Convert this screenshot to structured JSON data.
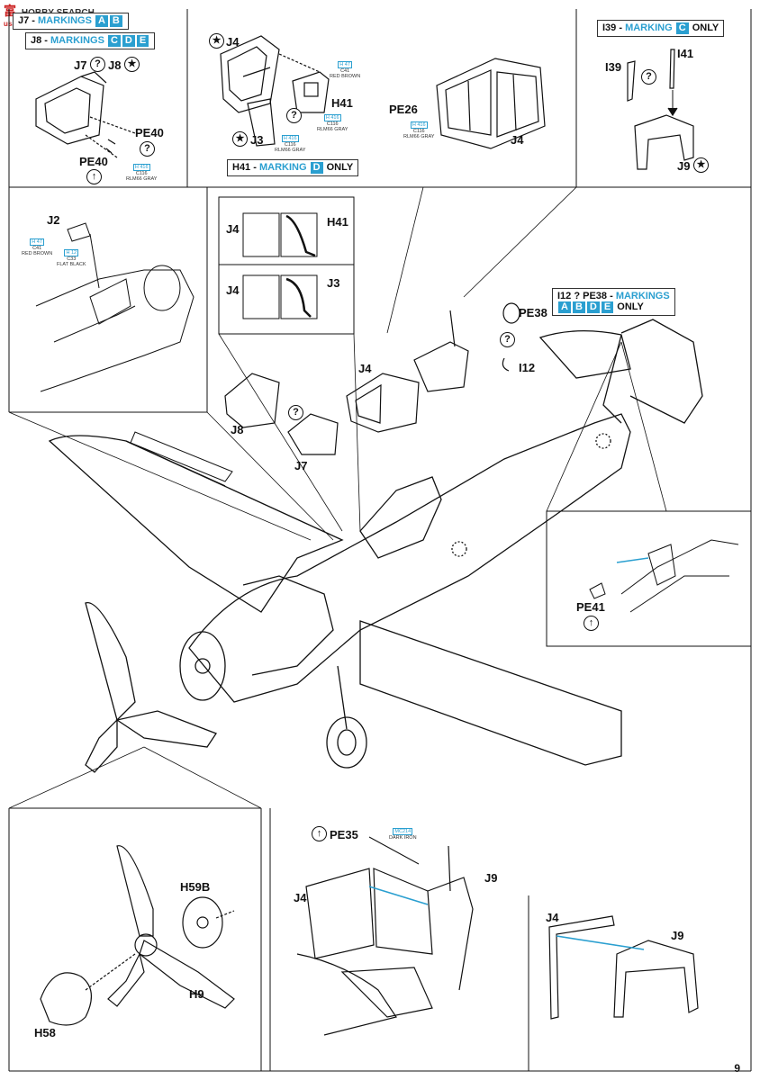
{
  "logo": {
    "main": "富",
    "sub": "HOBBY SEARCH",
    "url": "usa-hobby.com"
  },
  "markings": {
    "j7": {
      "prefix": "J7 - ",
      "word": "MARKINGS",
      "letters": [
        "A",
        "B"
      ]
    },
    "j8": {
      "prefix": "J8 - ",
      "word": "MARKINGS",
      "letters": [
        "C",
        "D",
        "E"
      ]
    },
    "h41": {
      "prefix": "H41 - ",
      "word": "MARKING",
      "letters": [
        "D"
      ],
      "suffix": "ONLY"
    },
    "i39": {
      "prefix": "I39 - ",
      "word": "MARKING",
      "letters": [
        "C"
      ],
      "suffix": "ONLY"
    },
    "i12": {
      "prefix": "I12 ? PE38 - ",
      "word": "MARKINGS",
      "letters": [
        "A",
        "B",
        "D",
        "E"
      ],
      "suffix": "ONLY"
    }
  },
  "parts": {
    "j7": "J7",
    "j8": "J8",
    "pe40": "PE40",
    "j4": "J4",
    "j3": "J3",
    "h41": "H41",
    "pe26": "PE26",
    "i39": "I39",
    "i41": "I41",
    "j9": "J9",
    "j2": "J2",
    "pe38": "PE38",
    "i12": "I12",
    "pe41": "PE41",
    "pe35": "PE35",
    "h59b": "H59B",
    "h9": "H9",
    "h58": "H58"
  },
  "paints": {
    "rlm66": {
      "code": "H 416",
      "alt": "C116",
      "name": "RLM66 GRAY"
    },
    "red_brown": {
      "code": "H 47",
      "alt": "C41",
      "name": "RED BROWN"
    },
    "flat_black": {
      "code": "H 12",
      "alt": "C33",
      "name": "FLAT BLACK"
    },
    "dark_iron": {
      "code": "MC214",
      "name": "DARK IRON"
    }
  },
  "symbols": {
    "question": "?",
    "star": "★",
    "arrow": "↑"
  },
  "page_number": "9",
  "colors": {
    "accent": "#2a9fd0",
    "line": "#111111"
  }
}
